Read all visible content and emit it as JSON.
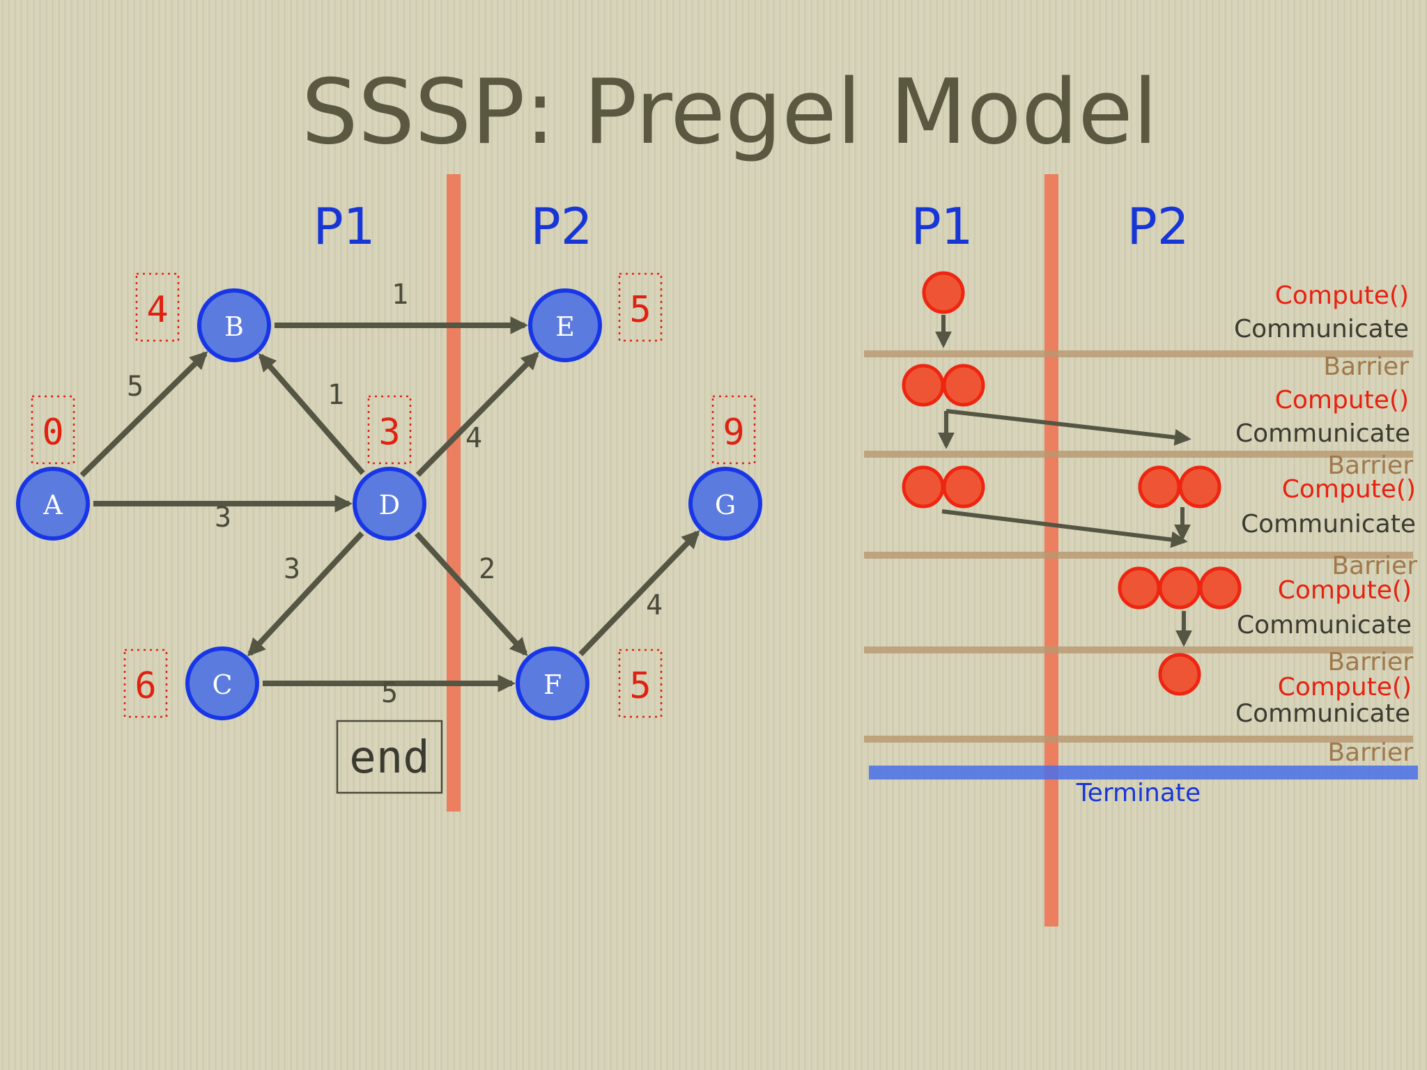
{
  "title": "SSSP: Pregel Model",
  "left_diagram": {
    "partitions": [
      "P1",
      "P2"
    ],
    "nodes": [
      {
        "id": "A",
        "label": "A",
        "distance": "0"
      },
      {
        "id": "B",
        "label": "B",
        "distance": "4"
      },
      {
        "id": "C",
        "label": "C",
        "distance": "6"
      },
      {
        "id": "D",
        "label": "D",
        "distance": "3"
      },
      {
        "id": "E",
        "label": "E",
        "distance": "5"
      },
      {
        "id": "F",
        "label": "F",
        "distance": "5"
      },
      {
        "id": "G",
        "label": "G",
        "distance": "9"
      }
    ],
    "edges": [
      {
        "from": "A",
        "to": "B",
        "weight": "5"
      },
      {
        "from": "A",
        "to": "D",
        "weight": "3"
      },
      {
        "from": "B",
        "to": "E",
        "weight": "1"
      },
      {
        "from": "D",
        "to": "B",
        "weight": "1"
      },
      {
        "from": "D",
        "to": "E",
        "weight": "4"
      },
      {
        "from": "D",
        "to": "C",
        "weight": "3"
      },
      {
        "from": "D",
        "to": "F",
        "weight": "2"
      },
      {
        "from": "C",
        "to": "F",
        "weight": "5"
      },
      {
        "from": "F",
        "to": "G",
        "weight": "4"
      }
    ],
    "end_label": "end"
  },
  "right_diagram": {
    "partitions": [
      "P1",
      "P2"
    ],
    "compute_label": "Compute()",
    "communicate_label": "Communicate",
    "barrier_label": "Barrier",
    "terminate_label": "Terminate",
    "supersteps": [
      {
        "p1_vertices": 1,
        "p2_vertices": 0
      },
      {
        "p1_vertices": 2,
        "p2_vertices": 0
      },
      {
        "p1_vertices": 2,
        "p2_vertices": 2
      },
      {
        "p1_vertices": 0,
        "p2_vertices": 3
      },
      {
        "p1_vertices": 0,
        "p2_vertices": 1
      }
    ]
  }
}
